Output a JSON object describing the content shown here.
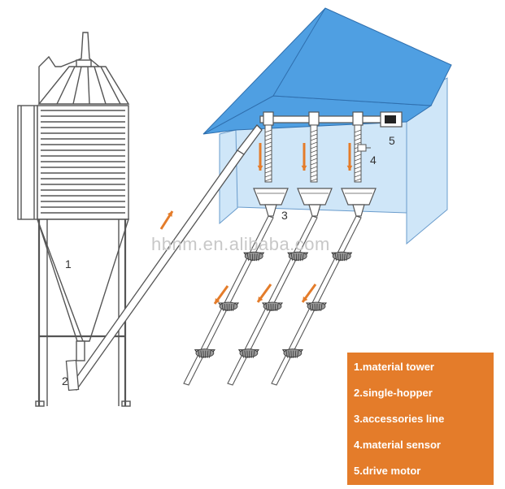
{
  "watermark": "hbnm.en.alibaba.com",
  "callouts": {
    "tower": "1",
    "hopper": "2",
    "line": "3",
    "sensor": "4",
    "motor": "5"
  },
  "legend": {
    "items": [
      "1.material tower",
      "2.single-hopper",
      "3.accessories line",
      "4.material sensor",
      "5.drive motor"
    ]
  },
  "colors": {
    "roof": "#4f9fe2",
    "wall": "#cfe6f8",
    "arrow": "#e47c2a",
    "legend_bg": "#e47c2a",
    "line": "#555555"
  }
}
